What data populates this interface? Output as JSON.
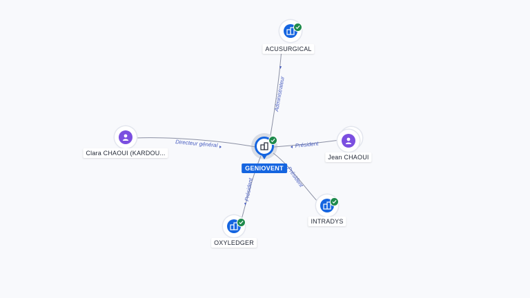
{
  "center": {
    "label": "GENIOVENT",
    "type": "company",
    "verified": true
  },
  "nodes": [
    {
      "id": "acusurgical",
      "label": "ACUSURGICAL",
      "type": "company",
      "verified": true
    },
    {
      "id": "clara",
      "label": "Clara CHAOUI (KARDOU...",
      "type": "person",
      "verified": false
    },
    {
      "id": "jean",
      "label": "Jean CHAOUI",
      "type": "person",
      "verified": false
    },
    {
      "id": "intradys",
      "label": "INTRADYS",
      "type": "company",
      "verified": true
    },
    {
      "id": "oxyledger",
      "label": "OXYLEDGER",
      "type": "company",
      "verified": true
    }
  ],
  "edges": [
    {
      "to": "acusurgical",
      "label": "Administrateur"
    },
    {
      "to": "clara",
      "label": "Directeur général"
    },
    {
      "to": "jean",
      "label": "Président"
    },
    {
      "to": "intradys",
      "label": "Président"
    },
    {
      "to": "oxyledger",
      "label": "Président"
    }
  ],
  "colors": {
    "company": "#1565e0",
    "person": "#7b4fe0",
    "verified": "#1e8a4c",
    "edge_label": "#4a5fc1"
  },
  "icons": {
    "company": "building-icon",
    "person": "person-icon",
    "verified": "check-icon"
  }
}
